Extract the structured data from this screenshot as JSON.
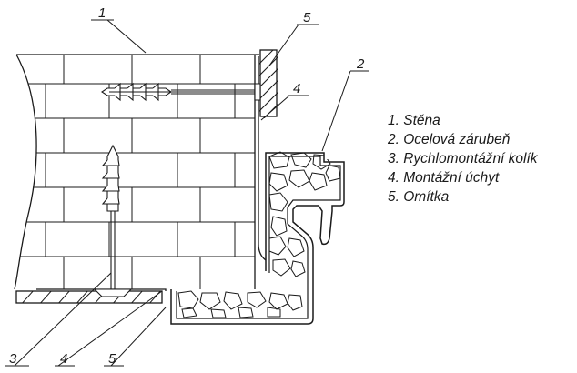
{
  "callouts": {
    "c1": "1",
    "c2": "2",
    "c3": "3",
    "c4_top": "4",
    "c5_top": "5",
    "c4_bottom": "4",
    "c5_bottom": "5"
  },
  "legend": [
    "1. Stěna",
    "2. Ocelová zárubeň",
    "3. Rychlomontážní kolík",
    "4. Montážní úchyt",
    "5. Omítka"
  ],
  "colors": {
    "line": "#1a1a1a",
    "background": "#ffffff"
  }
}
